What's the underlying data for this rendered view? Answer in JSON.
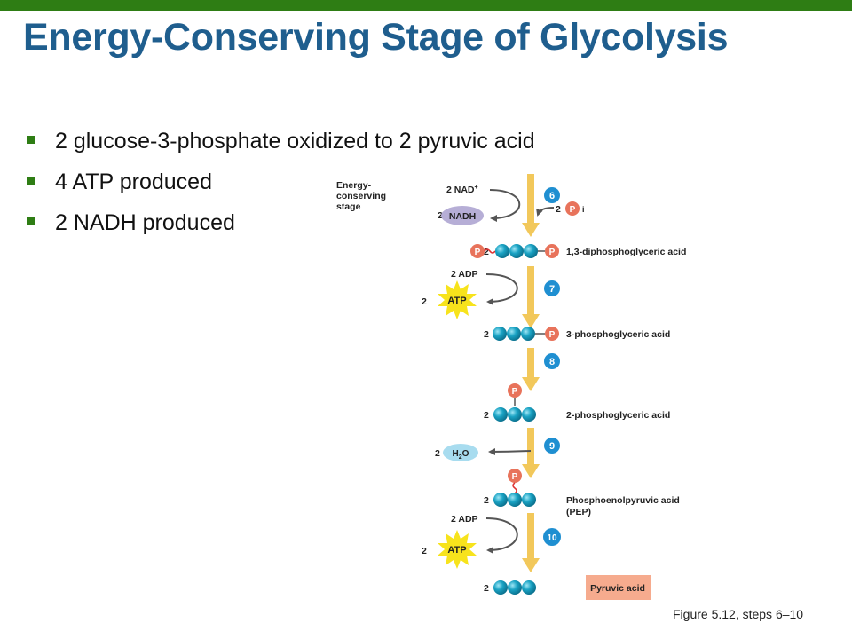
{
  "title": "Energy-Conserving Stage of Glycolysis",
  "bullets": [
    "2 glucose-3-phosphate oxidized to 2 pyruvic acid",
    "4 ATP produced",
    "2 NADH produced"
  ],
  "caption": "Figure 5.12, steps 6–10",
  "diagram": {
    "stage_label": [
      "Energy-",
      "conserving",
      "stage"
    ],
    "phosphate_symbol": "P",
    "pi_subscript": "i",
    "coefficient": "2",
    "nad_plus": {
      "text": "2 NAD",
      "sup": "+"
    },
    "nadh": "NADH",
    "adp": "2 ADP",
    "atp": "ATP",
    "water": {
      "h": "H",
      "sub": "2",
      "o": "O"
    },
    "steps": [
      "6",
      "7",
      "8",
      "9",
      "10"
    ],
    "compounds": {
      "diphosphoglyceric": "1,3-diphosphoglyceric acid",
      "phosphoglyceric_3": "3-phosphoglyceric acid",
      "phosphoglyceric_2": "2-phosphoglyceric acid",
      "pep_line1": "Phosphoenolpyruvic acid",
      "pep_line2": "(PEP)",
      "pyruvic": "Pyruvic acid"
    },
    "colors": {
      "arrow": "#f2c85b",
      "step_circle": "#1f8fd1",
      "phosphate": "#e8735b",
      "carbon": "#1aa3c4",
      "nadh_fill": "#b6aed6",
      "atp_burst": "#f7e31c",
      "water_fill": "#a8dcef",
      "pyruvic_box": "#f6ab8e"
    }
  }
}
